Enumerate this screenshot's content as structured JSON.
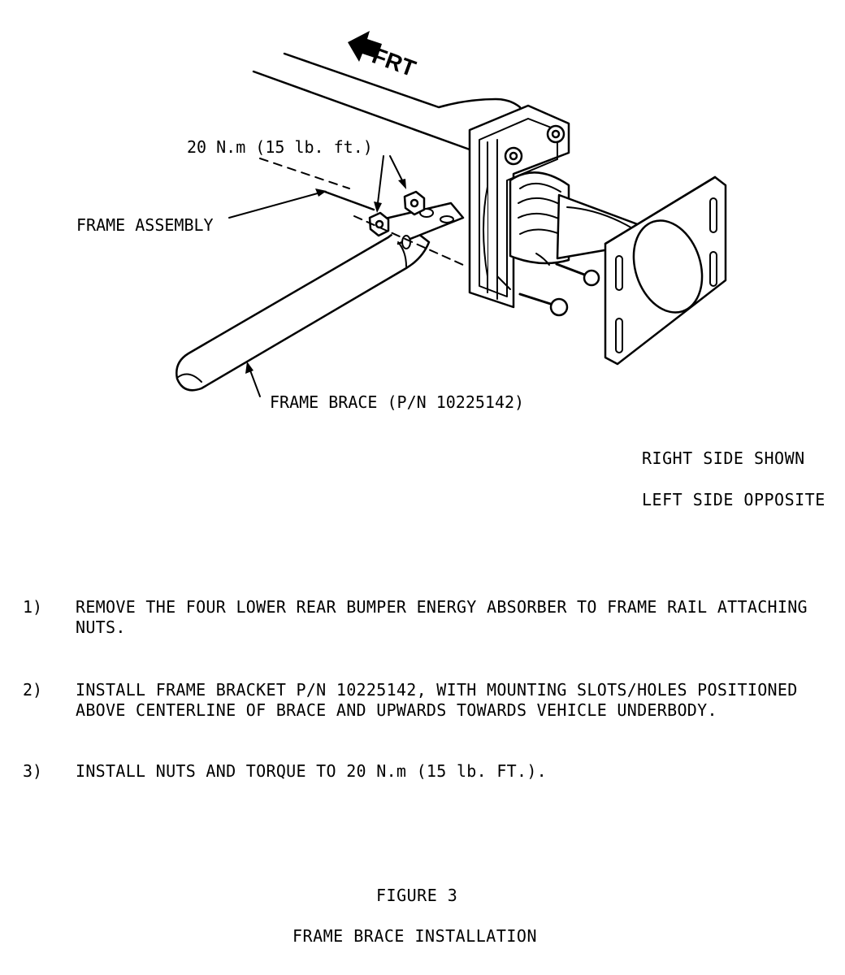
{
  "diagram": {
    "direction_label": "FRT",
    "torque_label": "20 N.m (15 lb. ft.)",
    "frame_assembly_label": "FRAME ASSEMBLY",
    "frame_brace_label": "FRAME BRACE (P/N 10225142)"
  },
  "side_notes": {
    "line1": "RIGHT SIDE SHOWN",
    "line2": "LEFT SIDE OPPOSITE"
  },
  "steps": [
    {
      "num": "1)",
      "text": "REMOVE THE FOUR LOWER REAR BUMPER ENERGY ABSORBER TO FRAME RAIL ATTACHING NUTS."
    },
    {
      "num": "2)",
      "text": "INSTALL FRAME BRACKET P/N 10225142, WITH MOUNTING SLOTS/HOLES POSITIONED ABOVE CENTERLINE OF BRACE AND UPWARDS TOWARDS VEHICLE UNDERBODY."
    },
    {
      "num": "3)",
      "text": "INSTALL NUTS AND TORQUE TO 20 N.m (15 lb. FT.)."
    }
  ],
  "caption": {
    "figure": "FIGURE 3",
    "title": "FRAME BRACE INSTALLATION"
  }
}
